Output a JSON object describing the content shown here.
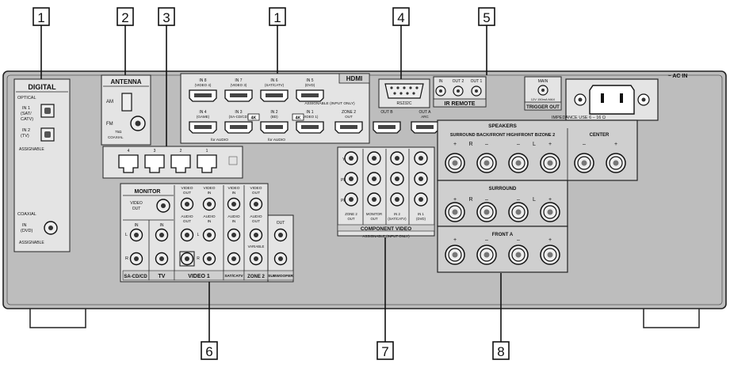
{
  "callouts": {
    "c1a": "1",
    "c2": "2",
    "c3": "3",
    "c1b": "1",
    "c4": "4",
    "c5": "5",
    "c6": "6",
    "c7": "7",
    "c8": "8"
  },
  "digital": {
    "title": "DIGITAL",
    "optical": "OPTICAL",
    "in1": "IN 1",
    "in1b": "(SAT/",
    "in1c": "CATV)",
    "in2": "IN 2",
    "in2b": "(TV)",
    "assignable": "ASSIGNABLE",
    "coaxial": "COAXIAL",
    "in": "IN",
    "dvd": "(DVD)",
    "assignable2": "ASSIGNABLE"
  },
  "antenna": {
    "title": "ANTENNA",
    "am": "AM",
    "fm": "FM",
    "ohm": "75Ω",
    "coaxial": "COAXIAL"
  },
  "hdmi": {
    "title": "HDMI",
    "assignable": "ASSIGNABLE (INPUT ONLY)",
    "top": [
      {
        "l1": "IN 8",
        "l2": "(VIDEO 4)"
      },
      {
        "l1": "IN 7",
        "l2": "(VIDEO 3)"
      },
      {
        "l1": "IN 6",
        "l2": "(SAT/CATV)"
      },
      {
        "l1": "IN 5",
        "l2": "(DVD)"
      }
    ],
    "bottom": [
      {
        "l1": "IN 4",
        "l2": "(GAME)"
      },
      {
        "l1": "IN 3",
        "l2": "(SA-CD/CD)"
      },
      {
        "l1": "IN 2",
        "l2": "(BD)"
      },
      {
        "l1": "IN 1",
        "l2": "(VIDEO 1)"
      },
      {
        "l1": "ZONE 2",
        "l2": "OUT"
      },
      {
        "l1": "OUT B",
        "l2": ""
      },
      {
        "l1": "OUT A",
        "l2": "ARC"
      }
    ],
    "for_audio": "for AUDIO",
    "badge": "4K"
  },
  "rs232c": "RS232C",
  "ir": {
    "title": "IR REMOTE",
    "in": "IN",
    "out2": "OUT 2",
    "out1": "OUT 1"
  },
  "trigger": {
    "title": "TRIGGER OUT",
    "main": "MAIN",
    "rating": "12V 150mA MAX"
  },
  "ac": {
    "label": "~ AC IN"
  },
  "lan": {
    "ports": [
      "4",
      "3",
      "2",
      "1"
    ]
  },
  "monitor": {
    "title": "MONITOR",
    "video_out1": "VIDEO",
    "video_out2": "OUT",
    "in": "IN",
    "l": "L",
    "r": "R",
    "sacd": "SA-CD/CD",
    "tv": "TV"
  },
  "video1": {
    "video_out": "VIDEO",
    "out": "OUT",
    "video_in": "VIDEO",
    "in": "IN",
    "audio_out": "AUDIO",
    "aout": "OUT",
    "audio_in": "AUDIO",
    "ain": "IN",
    "l": "L",
    "r": "R",
    "label": "VIDEO 1"
  },
  "satcatv": {
    "video": "VIDEO",
    "in": "IN",
    "audio": "AUDIO",
    "ain": "IN",
    "label": "SAT/CATV"
  },
  "zone2": {
    "video": "VIDEO",
    "out": "OUT",
    "audio": "AUDIO",
    "aout": "OUT",
    "variable": "VARIABLE",
    "label": "ZONE 2"
  },
  "sub": {
    "out": "OUT",
    "label": "SUBWOOFER"
  },
  "component": {
    "title": "COMPONENT VIDEO",
    "note": "ASSIGNABLE (INPUT ONLY)",
    "y": "Y",
    "pb": "PB",
    "pr": "PR",
    "cols": [
      {
        "l1": "ZONE 2",
        "l2": "OUT"
      },
      {
        "l1": "MONITOR",
        "l2": "OUT"
      },
      {
        "l1": "IN 2",
        "l2": "(SAT/CATV)"
      },
      {
        "l1": "IN 1",
        "l2": "(DVD)"
      }
    ]
  },
  "speakers": {
    "impedance": "IMPEDANCE USE 6 – 16 Ω",
    "title": "SPEAKERS",
    "sb": "SURROUND BACK/FRONT HIGH/FRONT B/ZONE 2",
    "center": "CENTER",
    "surround": "SURROUND",
    "fronta": "FRONT A",
    "plus": "+",
    "minus": "–",
    "r": "R",
    "l": "L"
  }
}
